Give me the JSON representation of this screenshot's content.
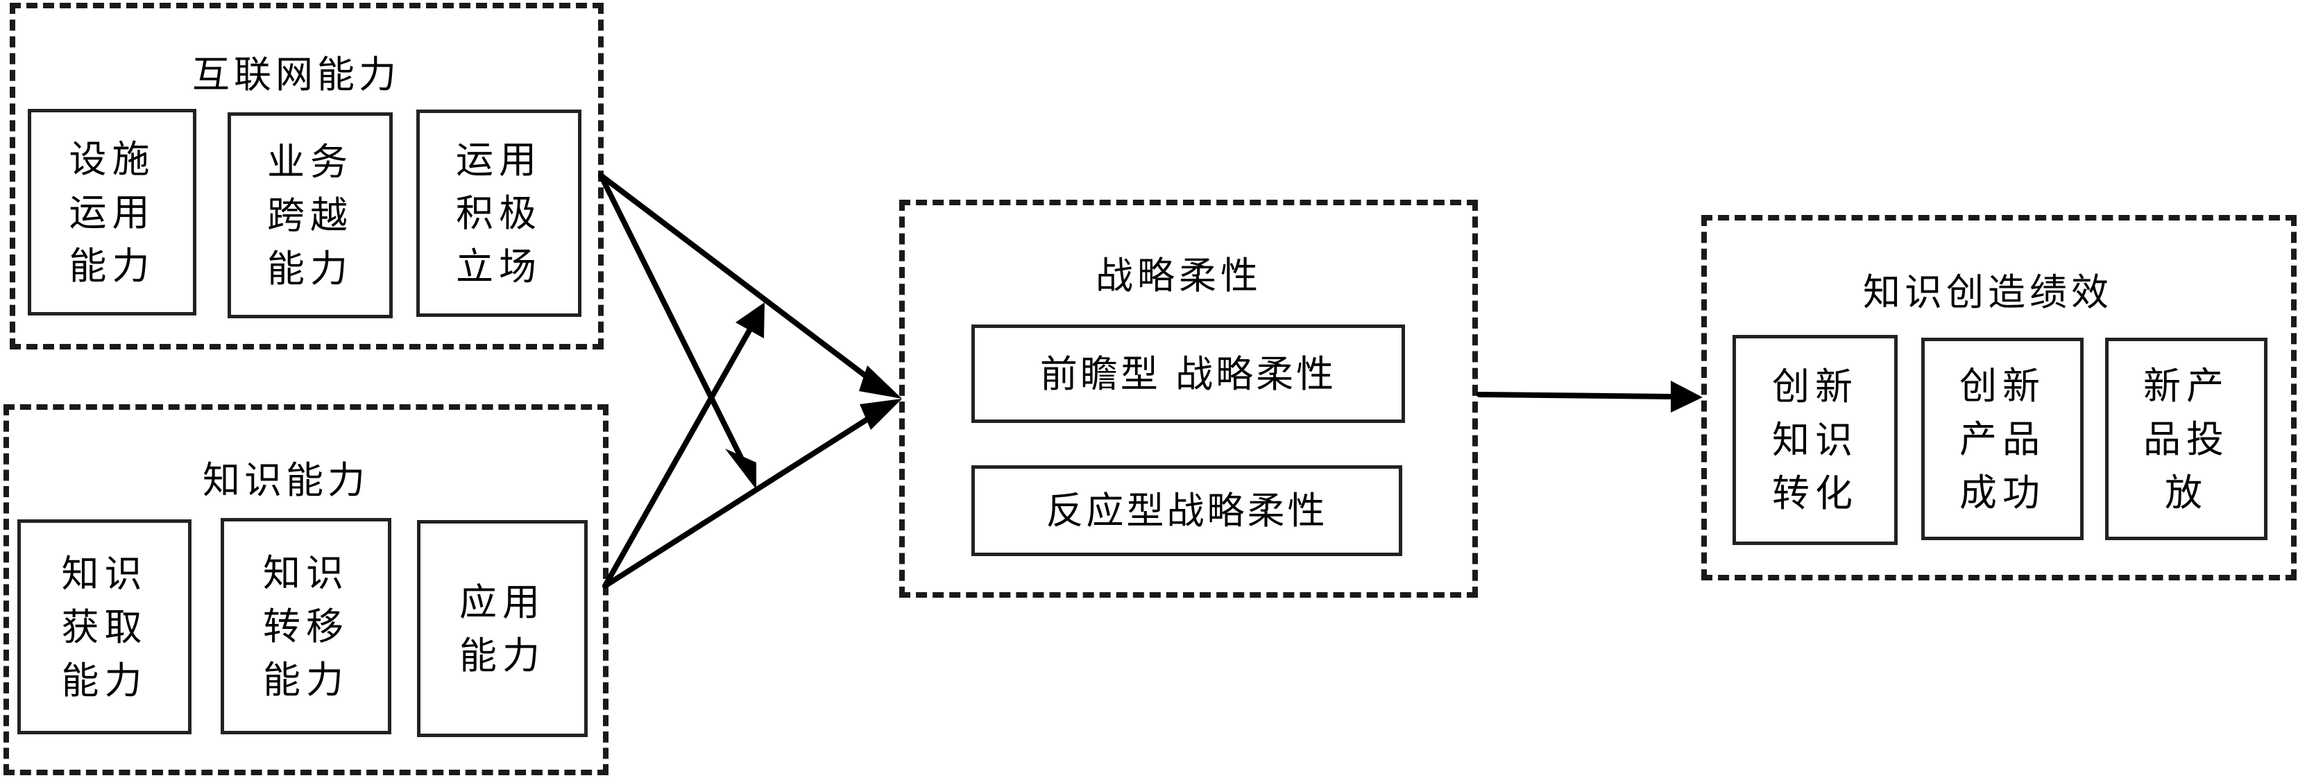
{
  "diagram": {
    "groups": {
      "internet": {
        "title": "互联网能力",
        "items": [
          "设施\n运用\n能力",
          "业务\n跨越\n能力",
          "运用\n积极\n立场"
        ]
      },
      "knowledge": {
        "title": "知识能力",
        "items": [
          "知识\n获取\n能力",
          "知识\n转移\n能力",
          "应用\n能力"
        ]
      },
      "strategic": {
        "title": "战略柔性",
        "items": [
          "前瞻型 战略柔性",
          "反应型战略柔性"
        ]
      },
      "performance": {
        "title": "知识创造绩效",
        "items": [
          "创新\n知识\n转化",
          "创新\n产品\n成功",
          "新产\n品投\n放"
        ]
      }
    },
    "edges": [
      {
        "from": "互联网能力",
        "to": "战略柔性"
      },
      {
        "from": "知识能力",
        "to": "战略柔性"
      },
      {
        "from": "互联网能力",
        "to": "知识能力 → 战略柔性 (moderating)"
      },
      {
        "from": "知识能力",
        "to": "互联网能力 → 战略柔性 (moderating)"
      },
      {
        "from": "战略柔性",
        "to": "知识创造绩效"
      }
    ],
    "colors": {
      "stroke": "#000000",
      "dashed_border": "#1a1a1a",
      "box_border": "#222222",
      "background": "#ffffff"
    }
  }
}
